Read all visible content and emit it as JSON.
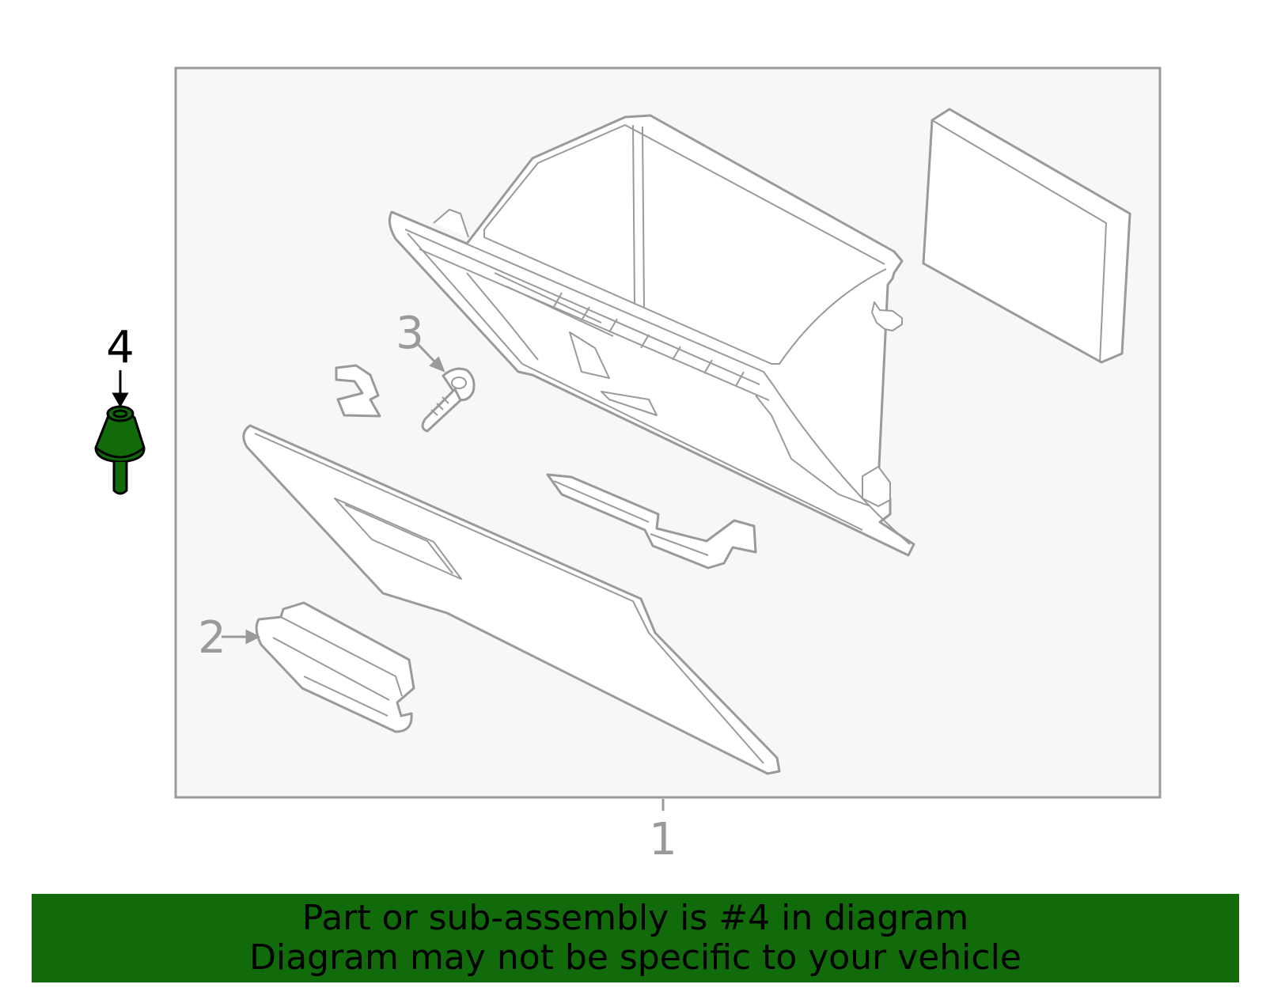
{
  "callouts": {
    "assembly": "1",
    "part2": "2",
    "part3": "3",
    "part4": "4"
  },
  "banner": {
    "line1": "Part or sub-assembly is #4 in diagram",
    "line2": "Diagram may not be specific to your vehicle"
  },
  "colors": {
    "highlight": "#116b0b",
    "line": "#9a9a9a",
    "panel": "#f7f7f7"
  }
}
